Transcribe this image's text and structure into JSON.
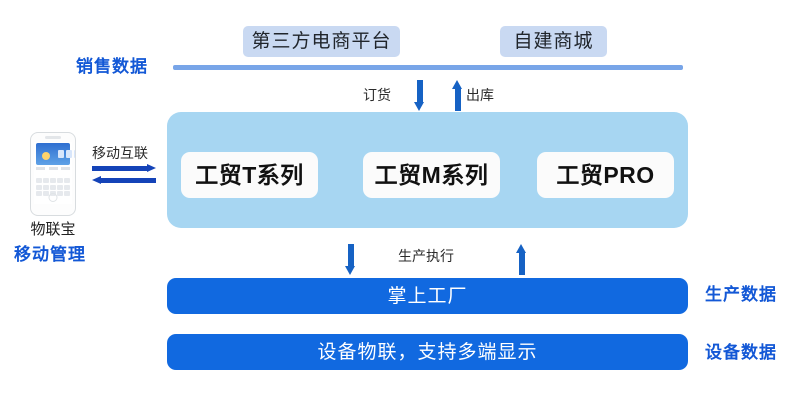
{
  "diagram": {
    "title_channels": [
      {
        "name": "third-party-ecommerce",
        "label": "第三方电商平台"
      },
      {
        "name": "self-built-mall",
        "label": "自建商城"
      }
    ],
    "layer_labels": {
      "sales": "销售数据",
      "mobile_management": "移动管理",
      "production": "生产数据",
      "device": "设备数据"
    },
    "flows": {
      "order": "订货",
      "outbound": "出库",
      "production_execution": "生产执行",
      "mobile_internet": "移动互联"
    },
    "platform": {
      "products": [
        {
          "name": "gongmao-t-series",
          "label": "工贸T系列"
        },
        {
          "name": "gongmao-m-series",
          "label": "工贸M系列"
        },
        {
          "name": "gongmao-pro",
          "label": "工贸PRO"
        }
      ]
    },
    "bars": [
      {
        "name": "palm-factory",
        "label": "掌上工厂"
      },
      {
        "name": "device-iot",
        "label": "设备物联，支持多端显示"
      }
    ],
    "device": {
      "caption": "物联宝"
    },
    "colors": {
      "pill_bg": "#c9d9f2",
      "sales_line": "#78a5e8",
      "panel_bg": "#a7d6f2",
      "bar_blue": "#1169e0",
      "label_blue": "#1358d6",
      "arrow_blue": "#1662c4"
    }
  }
}
